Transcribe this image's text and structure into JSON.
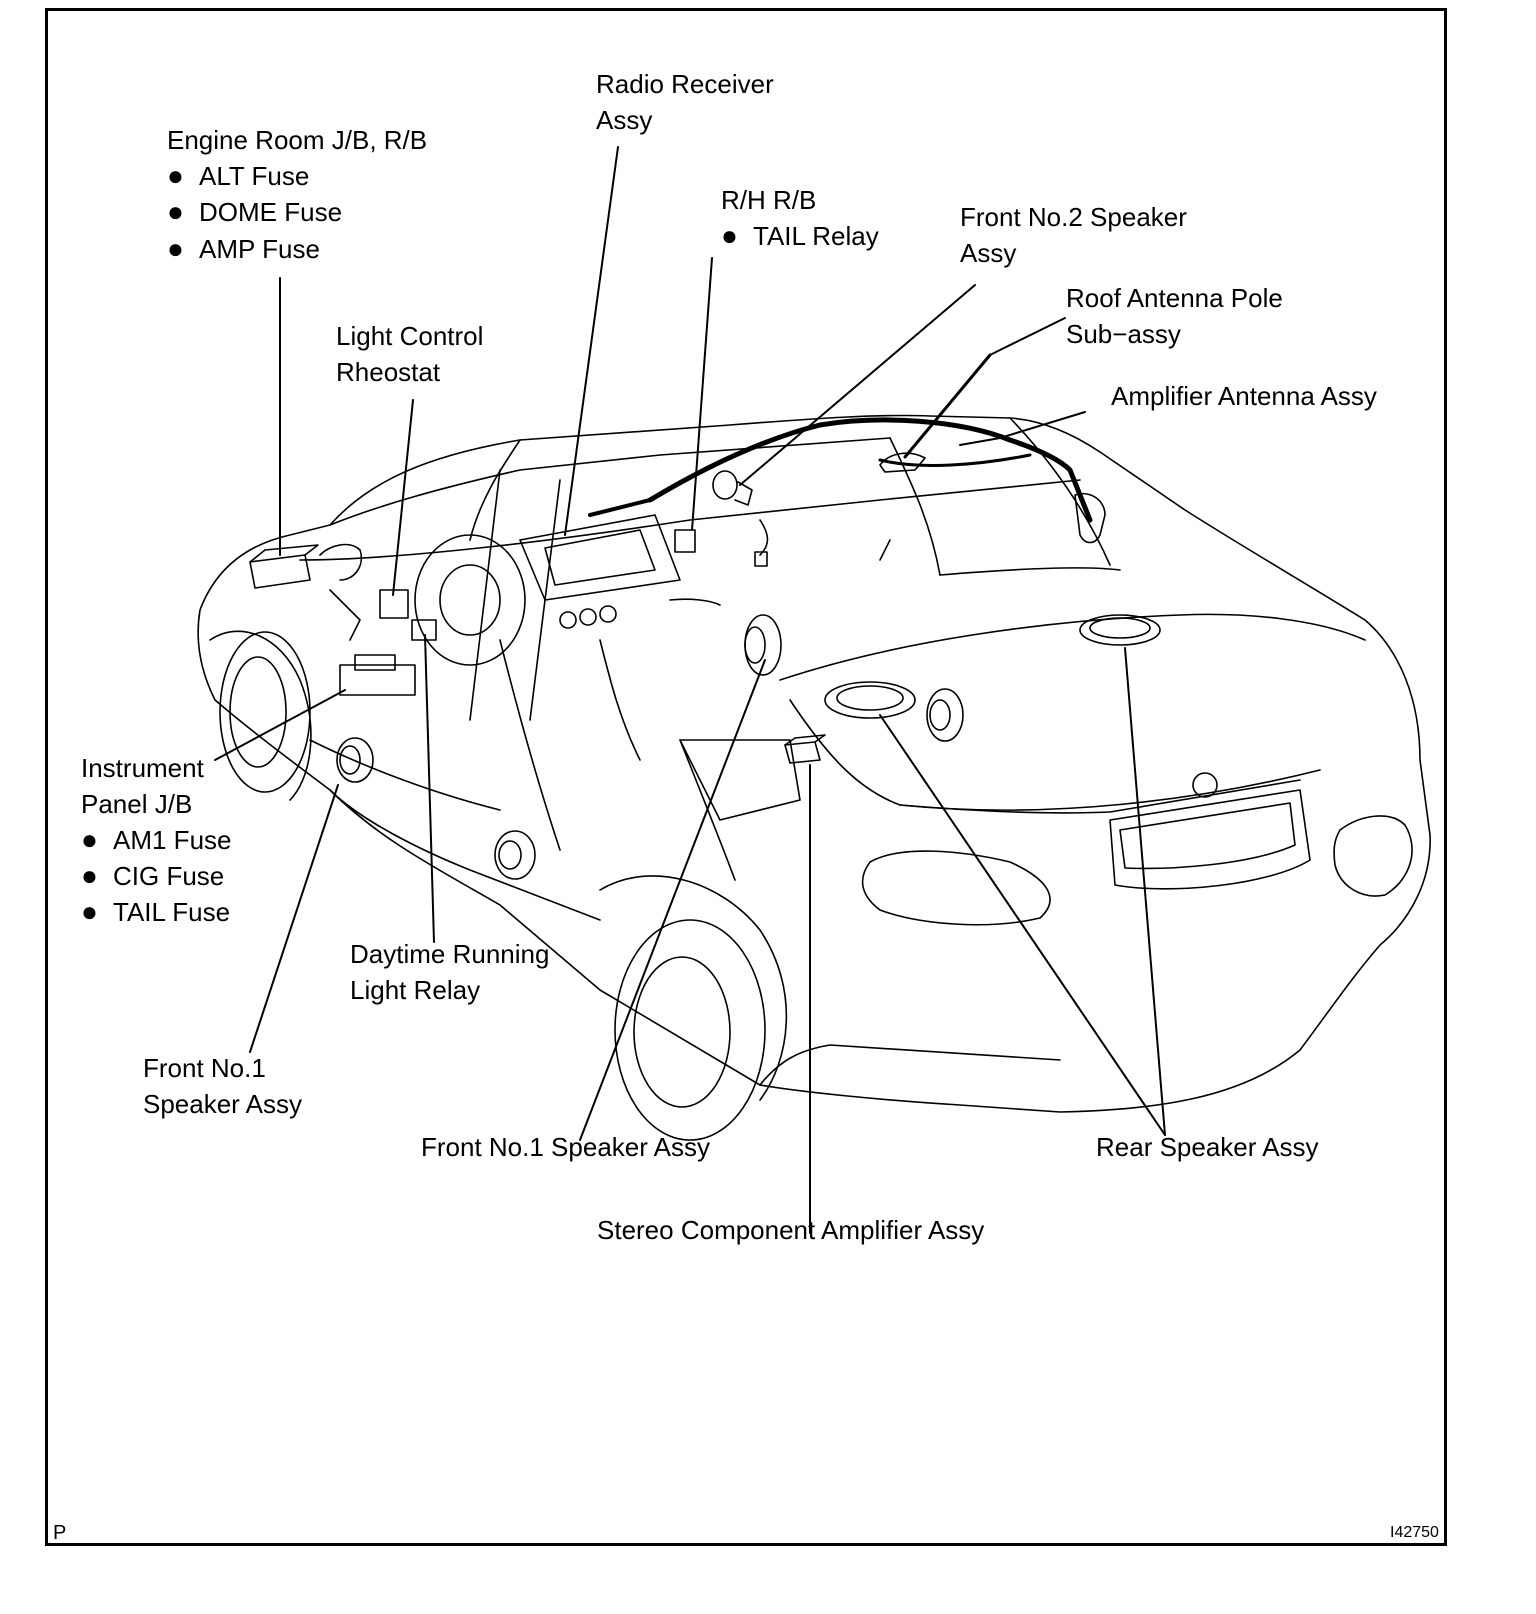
{
  "labels": {
    "engine_room": {
      "title": "Engine Room J/B, R/B",
      "items": [
        "ALT Fuse",
        "DOME Fuse",
        "AMP Fuse"
      ]
    },
    "radio_receiver": [
      "Radio  Receiver",
      "Assy"
    ],
    "rh_rb": {
      "title": "R/H R/B",
      "items": [
        "TAIL Relay"
      ]
    },
    "front_no2_speaker": [
      "Front No.2 Speaker",
      "Assy"
    ],
    "roof_antenna": [
      "Roof Antenna Pole",
      "Sub−assy"
    ],
    "amplifier_antenna": "Amplifier Antenna Assy",
    "light_control": [
      "Light  Control",
      "Rheostat"
    ],
    "instrument_panel": {
      "title": [
        "Instrument",
        "Panel J/B"
      ],
      "items": [
        "AM1 Fuse",
        "CIG Fuse",
        "TAIL Fuse"
      ]
    },
    "daytime_relay": [
      "Daytime Running",
      "Light Relay"
    ],
    "front_no1_speaker_left": [
      "Front No.1",
      "Speaker Assy"
    ],
    "front_no1_speaker_center": "Front No.1 Speaker Assy",
    "rear_speaker": "Rear Speaker Assy",
    "stereo_amplifier": "Stereo Component Amplifier Assy"
  },
  "corner_left": "P",
  "corner_right": "I42750",
  "colors": {
    "line": "#000000",
    "background": "#ffffff"
  }
}
